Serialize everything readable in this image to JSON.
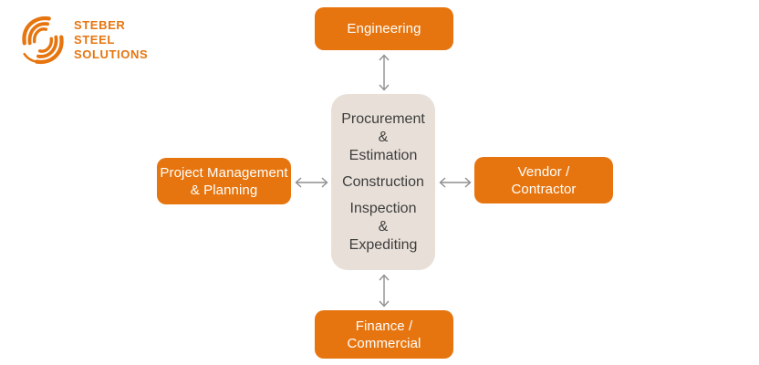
{
  "logo": {
    "icon": "swirl-icon",
    "lines": [
      "STEBER",
      "STEEL",
      "SOLUTIONS"
    ]
  },
  "center": {
    "groups": [
      {
        "lines": [
          "Procurement",
          "&",
          "Estimation"
        ]
      },
      {
        "lines": [
          "Construction"
        ]
      },
      {
        "lines": [
          "Inspection",
          "&",
          "Expediting"
        ]
      }
    ]
  },
  "nodes": {
    "top": {
      "lines": [
        "Engineering"
      ]
    },
    "left": {
      "lines": [
        "Project Management",
        "& Planning"
      ]
    },
    "right": {
      "lines": [
        "Vendor /",
        "Contractor"
      ]
    },
    "bottom": {
      "lines": [
        "Finance /",
        "Commercial"
      ]
    }
  },
  "arrows": {
    "style": "double-headed-arrow",
    "connections": [
      "engineering-to-center",
      "project-management-to-center",
      "vendor-contractor-to-center",
      "finance-commercial-to-center"
    ]
  },
  "colors": {
    "accent": "#e6750f",
    "center_bg": "#e8e0d8",
    "center_text": "#3d3d3d",
    "arrow": "#8f8f8f",
    "node_text": "#ffffff",
    "background": "#ffffff"
  }
}
